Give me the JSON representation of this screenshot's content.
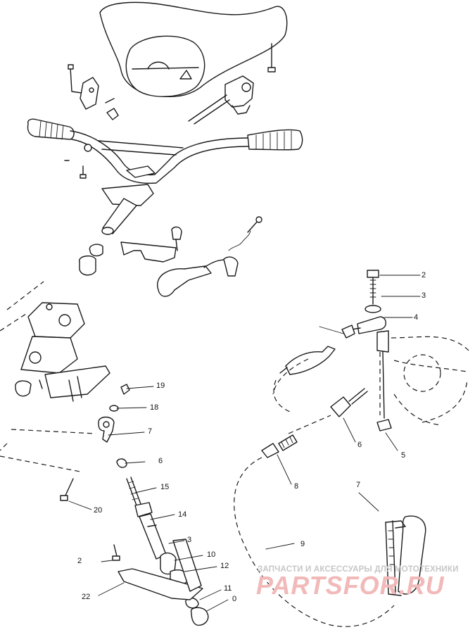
{
  "callouts": [
    {
      "id": "2",
      "text": "2"
    },
    {
      "id": "3a",
      "text": "3"
    },
    {
      "id": "4",
      "text": "4"
    },
    {
      "id": "5",
      "text": "5"
    },
    {
      "id": "6a",
      "text": "6"
    },
    {
      "id": "7a",
      "text": "7"
    },
    {
      "id": "8",
      "text": "8"
    },
    {
      "id": "9",
      "text": "9"
    },
    {
      "id": "19",
      "text": "19"
    },
    {
      "id": "18",
      "text": "18"
    },
    {
      "id": "7b",
      "text": "7"
    },
    {
      "id": "6b",
      "text": "6"
    },
    {
      "id": "15",
      "text": "15"
    },
    {
      "id": "20",
      "text": "20"
    },
    {
      "id": "14",
      "text": "14"
    },
    {
      "id": "3b",
      "text": "3"
    },
    {
      "id": "10a",
      "text": "10"
    },
    {
      "id": "12",
      "text": "12"
    },
    {
      "id": "21",
      "text": "2"
    },
    {
      "id": "11",
      "text": "11"
    },
    {
      "id": "10b",
      "text": "0"
    },
    {
      "id": "22",
      "text": "22"
    }
  ],
  "watermark": {
    "caption": "ЗАПЧАСТИ И АКСЕССУАРЫ ДЛЯ МОТОТЕХНИКИ",
    "brand": "PARTSFOR.RU"
  },
  "colors": {
    "line": "#1a1a1a",
    "watermark_text": "#c6c6c6",
    "watermark_brand": "#f2b9b9"
  }
}
